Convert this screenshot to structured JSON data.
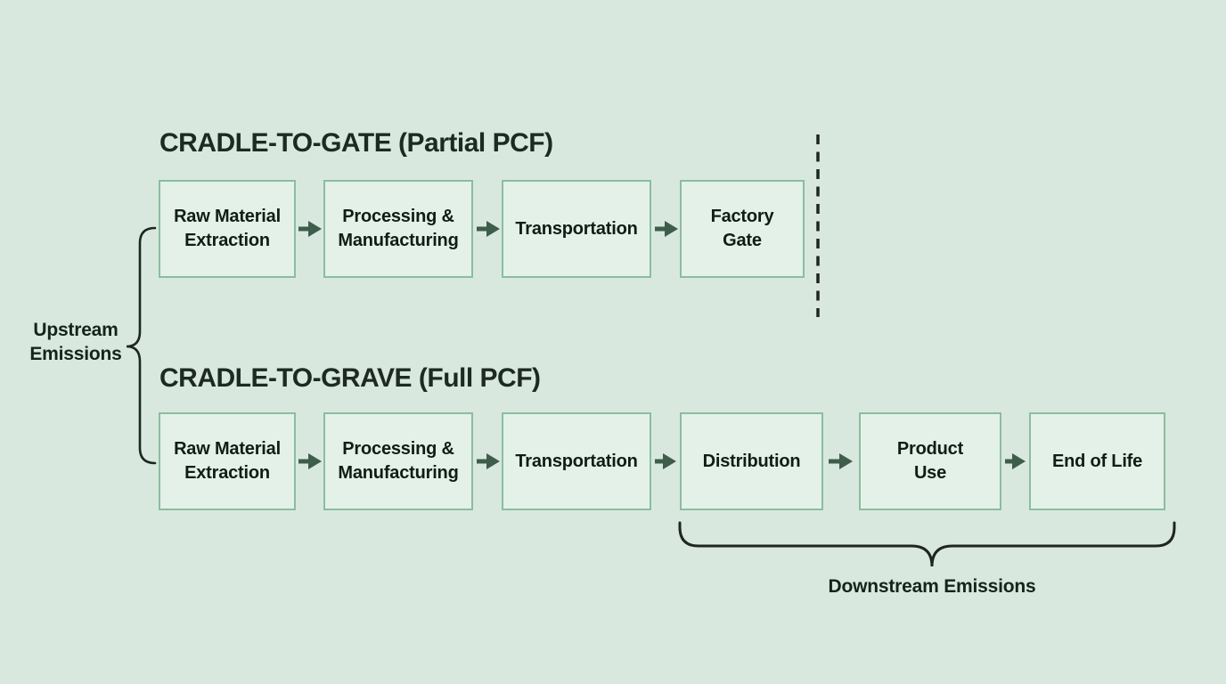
{
  "diagram": {
    "background_color": "#d9e8df",
    "box_fill_color": "#e3f1e8",
    "box_border_color": "#8abda0",
    "arrow_color": "#3e5d4b",
    "line_color": "#1d261f",
    "sections": [
      {
        "id": "cradle-to-gate",
        "title": "CRADLE-TO-GATE (Partial PCF)",
        "boxes": [
          {
            "label": "Raw Material\nExtraction"
          },
          {
            "label": "Processing &\nManufacturing"
          },
          {
            "label": "Transportation"
          },
          {
            "label": "Factory\nGate"
          }
        ]
      },
      {
        "id": "cradle-to-grave",
        "title": "CRADLE-TO-GRAVE (Full PCF)",
        "boxes": [
          {
            "label": "Raw Material\nExtraction"
          },
          {
            "label": "Processing &\nManufacturing"
          },
          {
            "label": "Transportation"
          },
          {
            "label": "Distribution"
          },
          {
            "label": "Product\nUse"
          },
          {
            "label": "End of Life"
          }
        ]
      }
    ],
    "annotations": {
      "upstream": "Upstream\nEmissions",
      "downstream": "Downstream Emissions"
    }
  }
}
